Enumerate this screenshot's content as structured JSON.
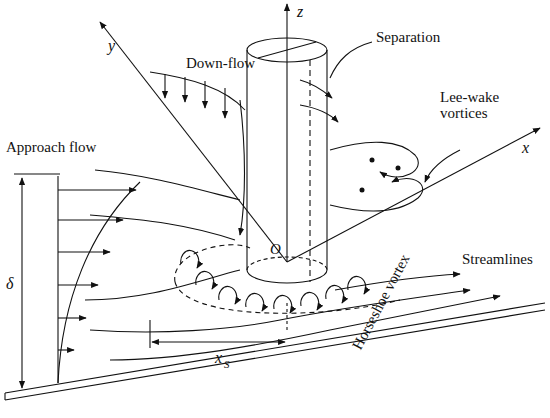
{
  "diagram": {
    "labels": [
      "z",
      "Separation",
      "y",
      "Down-flow",
      "Lee-wake vortices",
      "x",
      "Approach flow",
      "O",
      "Streamlines",
      "δ",
      "x",
      "S",
      "Horseshoe vortex"
    ]
  }
}
